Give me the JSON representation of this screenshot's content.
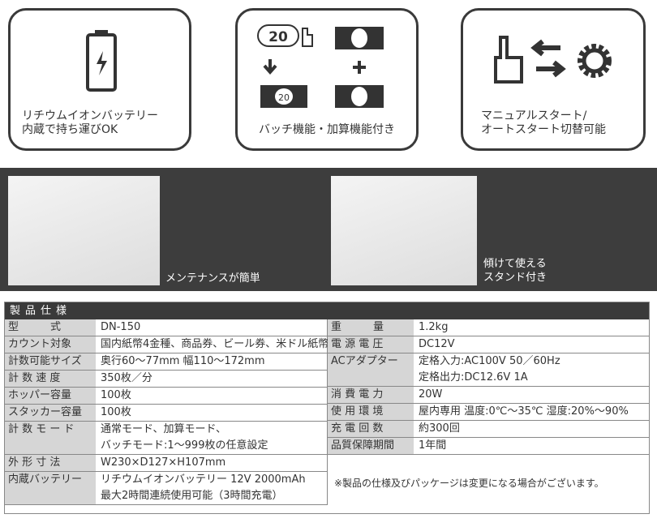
{
  "features": [
    {
      "icon": "battery-icon",
      "caption": [
        "リチウムイオンバッテリー",
        "内蔵で持ち運びOK"
      ]
    },
    {
      "icon": "batch-add-icon",
      "badge": "20",
      "caption": [
        "バッチ機能・加算機能付き"
      ]
    },
    {
      "icon": "manual-auto-switch-icon",
      "caption": [
        "マニュアルスタート/",
        "オートスタート切替可能"
      ]
    }
  ],
  "photos": [
    {
      "caption": [
        "メンテナンスが簡単"
      ]
    },
    {
      "caption": [
        "傾けて使える",
        "スタンド付き"
      ]
    }
  ],
  "specs": {
    "title": "製品仕様",
    "left": [
      {
        "k": "型　　　式",
        "v": [
          "DN-150"
        ]
      },
      {
        "k": "カウント対象",
        "v": [
          "国内紙幣4金種、商品券、ビール券、米ドル紙幣"
        ]
      },
      {
        "k": "計数可能サイズ",
        "v": [
          "奥行60〜77mm 幅110〜172mm"
        ]
      },
      {
        "k": "計 数 速 度",
        "v": [
          "350枚／分"
        ]
      },
      {
        "k": "ホッパー容量",
        "v": [
          "100枚"
        ]
      },
      {
        "k": "スタッカー容量",
        "v": [
          "100枚"
        ]
      },
      {
        "k": "計 数 モ ー ド",
        "v": [
          "通常モード、加算モード、",
          "バッチモード:1〜999枚の任意設定"
        ]
      },
      {
        "k": "外 形 寸 法",
        "v": [
          "W230×D127×H107mm"
        ]
      },
      {
        "k": "内蔵バッテリー",
        "v": [
          "リチウムイオンバッテリー 12V 2000mAh",
          "最大2時間連続使用可能（3時間充電）"
        ]
      }
    ],
    "right": [
      {
        "k": "重　　　量",
        "v": [
          "1.2kg"
        ]
      },
      {
        "k": "電 源 電 圧",
        "v": [
          "DC12V"
        ]
      },
      {
        "k": "ACアダプター",
        "v": [
          "定格入力:AC100V 50／60Hz",
          "定格出力:DC12.6V 1A"
        ]
      },
      {
        "k": "消 費 電 力",
        "v": [
          "20W"
        ]
      },
      {
        "k": "使 用 環 境",
        "v": [
          "屋内専用  温度:0℃〜35℃ 湿度:20%〜90%"
        ]
      },
      {
        "k": "充 電 回 数",
        "v": [
          "約300回"
        ]
      },
      {
        "k": "品質保障期間",
        "v": [
          "1年間"
        ]
      }
    ],
    "note": "※製品の仕様及びパッケージは変更になる場合がございます。"
  }
}
